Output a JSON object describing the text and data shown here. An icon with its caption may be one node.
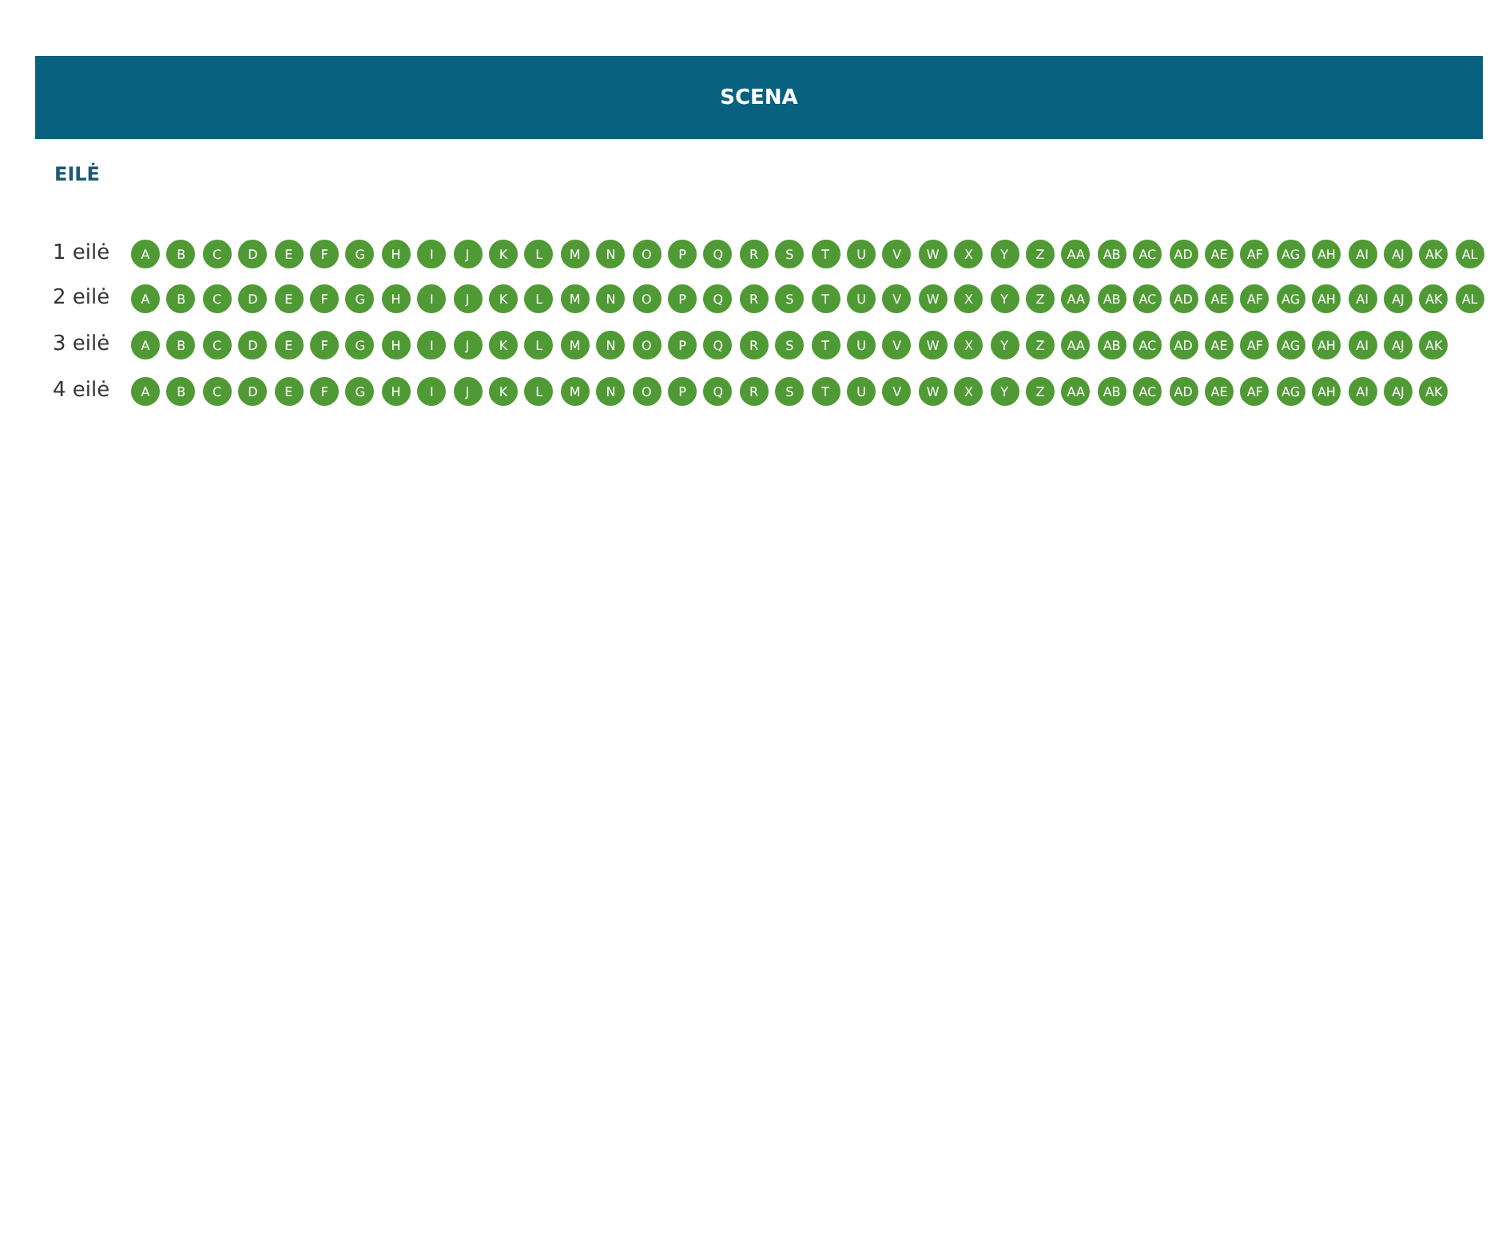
{
  "diagram": {
    "nodes": [
      {
        "text": [
          "SCENA"
        ]
      },
      {
        "text": [
          "A"
        ]
      },
      {
        "text": [
          "B"
        ]
      },
      {
        "text": [
          "C"
        ]
      },
      {
        "text": [
          "D"
        ]
      },
      {
        "text": [
          "E"
        ]
      },
      {
        "text": [
          "F"
        ]
      },
      {
        "text": [
          "G"
        ]
      },
      {
        "text": [
          "H"
        ]
      },
      {
        "text": [
          "I"
        ]
      },
      {
        "text": [
          "J"
        ]
      },
      {
        "text": [
          "K"
        ]
      },
      {
        "text": [
          "L"
        ]
      },
      {
        "text": [
          "M"
        ]
      },
      {
        "text": [
          "N"
        ]
      },
      {
        "text": [
          "O"
        ]
      },
      {
        "text": [
          "P"
        ]
      },
      {
        "text": [
          "Q"
        ]
      },
      {
        "text": [
          "R"
        ]
      },
      {
        "text": [
          "S"
        ]
      },
      {
        "text": [
          "T"
        ]
      },
      {
        "text": [
          "U"
        ]
      },
      {
        "text": [
          "V"
        ]
      },
      {
        "text": [
          "W"
        ]
      },
      {
        "text": [
          "X"
        ]
      },
      {
        "text": [
          "Y"
        ]
      },
      {
        "text": [
          "Z"
        ]
      },
      {
        "text": [
          "AA"
        ]
      },
      {
        "text": [
          "AB"
        ]
      },
      {
        "text": [
          "AC"
        ]
      },
      {
        "text": [
          "AD"
        ]
      },
      {
        "text": [
          "AE"
        ]
      },
      {
        "text": [
          "AF"
        ]
      },
      {
        "text": [
          "AG"
        ]
      },
      {
        "text": [
          "AH"
        ]
      },
      {
        "text": [
          "AI"
        ]
      },
      {
        "text": [
          "AJ"
        ]
      },
      {
        "text": [
          "AK"
        ]
      },
      {
        "text": [
          "AL"
        ]
      },
      {
        "text": [
          "A"
        ]
      },
      {
        "text": [
          "B"
        ]
      },
      {
        "text": [
          "C"
        ]
      },
      {
        "text": [
          "D"
        ]
      },
      {
        "text": [
          "E"
        ]
      },
      {
        "text": [
          "F"
        ]
      },
      {
        "text": [
          "G"
        ]
      },
      {
        "text": [
          "H"
        ]
      },
      {
        "text": [
          "I"
        ]
      },
      {
        "text": [
          "J"
        ]
      },
      {
        "text": [
          "K"
        ]
      },
      {
        "text": [
          "L"
        ]
      },
      {
        "text": [
          "M"
        ]
      },
      {
        "text": [
          "N"
        ]
      },
      {
        "text": [
          "O"
        ]
      },
      {
        "text": [
          "P"
        ]
      },
      {
        "text": [
          "Q"
        ]
      },
      {
        "text": [
          "R"
        ]
      },
      {
        "text": [
          "S"
        ]
      },
      {
        "text": [
          "T"
        ]
      },
      {
        "text": [
          "U"
        ]
      },
      {
        "text": [
          "V"
        ]
      },
      {
        "text": [
          "W"
        ]
      },
      {
        "text": [
          "X"
        ]
      },
      {
        "text": [
          "Y"
        ]
      },
      {
        "text": [
          "Z"
        ]
      },
      {
        "text": [
          "AA"
        ]
      },
      {
        "text": [
          "AB"
        ]
      },
      {
        "text": [
          "AC"
        ]
      },
      {
        "text": [
          "AD"
        ]
      },
      {
        "text": [
          "AE"
        ]
      },
      {
        "text": [
          "AF"
        ]
      },
      {
        "text": [
          "AG"
        ]
      },
      {
        "text": [
          "AH"
        ]
      },
      {
        "text": [
          "AI"
        ]
      },
      {
        "text": [
          "AJ"
        ]
      },
      {
        "text": [
          "AK"
        ]
      },
      {
        "text": [
          "AL"
        ]
      },
      {
        "text": [
          "A"
        ]
      },
      {
        "text": [
          "B"
        ]
      },
      {
        "text": [
          "C"
        ]
      },
      {
        "text": [
          "D"
        ]
      },
      {
        "text": [
          "E"
        ]
      },
      {
        "text": [
          "F"
        ]
      },
      {
        "text": [
          "G"
        ]
      },
      {
        "text": [
          "H"
        ]
      },
      {
        "text": [
          "I"
        ]
      },
      {
        "text": [
          "J"
        ]
      },
      {
        "text": [
          "K"
        ]
      },
      {
        "text": [
          "L"
        ]
      },
      {
        "text": [
          "M"
        ]
      },
      {
        "text": [
          "N"
        ]
      },
      {
        "text": [
          "O"
        ]
      },
      {
        "text": [
          "P"
        ]
      },
      {
        "text": [
          "Q"
        ]
      },
      {
        "text": [
          "R"
        ]
      },
      {
        "text": [
          "S"
        ]
      },
      {
        "text": [
          "T"
        ]
      },
      {
        "text": [
          "U"
        ]
      },
      {
        "text": [
          "V"
        ]
      },
      {
        "text": [
          "W"
        ]
      },
      {
        "text": [
          "X"
        ]
      },
      {
        "text": [
          "Y"
        ]
      },
      {
        "text": [
          "Z"
        ]
      },
      {
        "text": [
          "AA"
        ]
      },
      {
        "text": [
          "AB"
        ]
      },
      {
        "text": [
          "AC"
        ]
      },
      {
        "text": [
          "AD"
        ]
      },
      {
        "text": [
          "AE"
        ]
      },
      {
        "text": [
          "AF"
        ]
      },
      {
        "text": [
          "AG"
        ]
      },
      {
        "text": [
          "AH"
        ]
      },
      {
        "text": [
          "AI"
        ]
      },
      {
        "text": [
          "AJ"
        ]
      },
      {
        "text": [
          "AK"
        ]
      },
      {
        "text": [
          "A"
        ]
      },
      {
        "text": [
          "B"
        ]
      },
      {
        "text": [
          "C"
        ]
      },
      {
        "text": [
          "D"
        ]
      },
      {
        "text": [
          "E"
        ]
      },
      {
        "text": [
          "F"
        ]
      },
      {
        "text": [
          "G"
        ]
      },
      {
        "text": [
          "H"
        ]
      },
      {
        "text": [
          "I"
        ]
      },
      {
        "text": [
          "J"
        ]
      },
      {
        "text": [
          "K"
        ]
      },
      {
        "text": [
          "L"
        ]
      },
      {
        "text": [
          "M"
        ]
      },
      {
        "text": [
          "N"
        ]
      },
      {
        "text": [
          "O"
        ]
      },
      {
        "text": [
          "P"
        ]
      },
      {
        "text": [
          "Q"
        ]
      },
      {
        "text": [
          "R"
        ]
      },
      {
        "text": [
          "S"
        ]
      },
      {
        "text": [
          "T"
        ]
      },
      {
        "text": [
          "U"
        ]
      },
      {
        "text": [
          "V"
        ]
      },
      {
        "text": [
          "W"
        ]
      },
      {
        "text": [
          "X"
        ]
      },
      {
        "text": [
          "Y"
        ]
      },
      {
        "text": [
          "Z"
        ]
      },
      {
        "text": [
          "AA"
        ]
      },
      {
        "text": [
          "AB"
        ]
      },
      {
        "text": [
          "AC"
        ]
      },
      {
        "text": [
          "AD"
        ]
      },
      {
        "text": [
          "AE"
        ]
      },
      {
        "text": [
          "AF"
        ]
      },
      {
        "text": [
          "AG"
        ]
      },
      {
        "text": [
          "AH"
        ]
      },
      {
        "text": [
          "AI"
        ]
      },
      {
        "text": [
          "AJ"
        ]
      },
      {
        "text": [
          "AK"
        ]
      }
    ],
    "labels": [
      "EILĖ",
      "1 eilė",
      "2 eilė",
      "3 eilė",
      "4 eilė"
    ]
  }
}
